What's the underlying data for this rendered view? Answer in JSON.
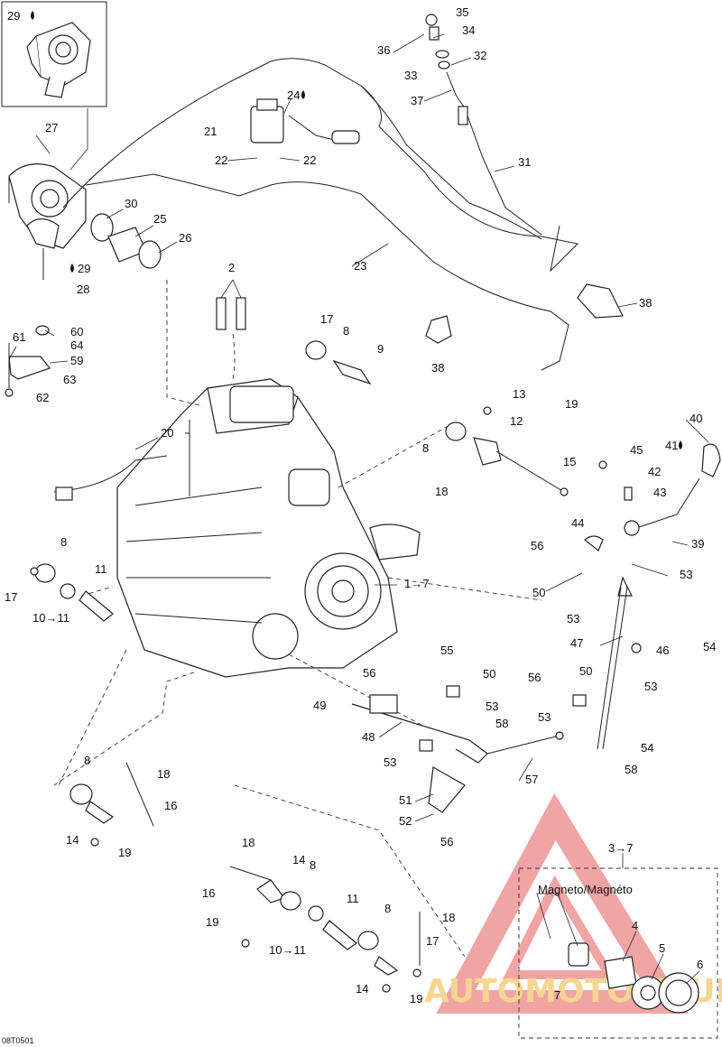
{
  "diagram": {
    "drawing_code": "08T0501",
    "inset_title": "Magneto/Magnéto",
    "inset_range": "3→7",
    "watermark": "AUTOMOTO CLUB",
    "callouts": [
      {
        "id": "c29a",
        "text": "29"
      },
      {
        "id": "c27",
        "text": "27"
      },
      {
        "id": "c30",
        "text": "30"
      },
      {
        "id": "c25",
        "text": "25"
      },
      {
        "id": "c26",
        "text": "26"
      },
      {
        "id": "c29b",
        "text": "29"
      },
      {
        "id": "c28",
        "text": "28"
      },
      {
        "id": "c35",
        "text": "35"
      },
      {
        "id": "c34",
        "text": "34"
      },
      {
        "id": "c36",
        "text": "36"
      },
      {
        "id": "c32",
        "text": "32"
      },
      {
        "id": "c33",
        "text": "33"
      },
      {
        "id": "c37",
        "text": "37"
      },
      {
        "id": "c24",
        "text": "24"
      },
      {
        "id": "c21",
        "text": "21"
      },
      {
        "id": "c22a",
        "text": "22"
      },
      {
        "id": "c22b",
        "text": "22"
      },
      {
        "id": "c31",
        "text": "31"
      },
      {
        "id": "c23",
        "text": "23"
      },
      {
        "id": "c38a",
        "text": "38"
      },
      {
        "id": "c38b",
        "text": "38"
      },
      {
        "id": "c2",
        "text": "2"
      },
      {
        "id": "c17a",
        "text": "17"
      },
      {
        "id": "c8a",
        "text": "8"
      },
      {
        "id": "c9",
        "text": "9"
      },
      {
        "id": "c60",
        "text": "60"
      },
      {
        "id": "c61",
        "text": "61"
      },
      {
        "id": "c64",
        "text": "64"
      },
      {
        "id": "c59",
        "text": "59"
      },
      {
        "id": "c63",
        "text": "63"
      },
      {
        "id": "c62",
        "text": "62"
      },
      {
        "id": "c13",
        "text": "13"
      },
      {
        "id": "c19a",
        "text": "19"
      },
      {
        "id": "c12",
        "text": "12"
      },
      {
        "id": "c8b",
        "text": "8"
      },
      {
        "id": "c15",
        "text": "15"
      },
      {
        "id": "c18a",
        "text": "18"
      },
      {
        "id": "c20",
        "text": "20"
      },
      {
        "id": "c40",
        "text": "40"
      },
      {
        "id": "c41",
        "text": "41"
      },
      {
        "id": "c45",
        "text": "45"
      },
      {
        "id": "c42",
        "text": "42"
      },
      {
        "id": "c43",
        "text": "43"
      },
      {
        "id": "c39",
        "text": "39"
      },
      {
        "id": "c44",
        "text": "44"
      },
      {
        "id": "c56a",
        "text": "56"
      },
      {
        "id": "c53a",
        "text": "53"
      },
      {
        "id": "c50a",
        "text": "50"
      },
      {
        "id": "c53b",
        "text": "53"
      },
      {
        "id": "c8c",
        "text": "8"
      },
      {
        "id": "c17b",
        "text": "17"
      },
      {
        "id": "c11a",
        "text": "11"
      },
      {
        "id": "c10a",
        "text": "10→11"
      },
      {
        "id": "c1",
        "text": "1→7"
      },
      {
        "id": "c47",
        "text": "47"
      },
      {
        "id": "c46",
        "text": "46"
      },
      {
        "id": "c54a",
        "text": "54"
      },
      {
        "id": "c55",
        "text": "55"
      },
      {
        "id": "c56b",
        "text": "56"
      },
      {
        "id": "c50b",
        "text": "50"
      },
      {
        "id": "c49",
        "text": "49"
      },
      {
        "id": "c53c",
        "text": "53"
      },
      {
        "id": "c48",
        "text": "48"
      },
      {
        "id": "c58a",
        "text": "58"
      },
      {
        "id": "c53d",
        "text": "53"
      },
      {
        "id": "c56c",
        "text": "56"
      },
      {
        "id": "c50c",
        "text": "50"
      },
      {
        "id": "c53e",
        "text": "53"
      },
      {
        "id": "c53f",
        "text": "53"
      },
      {
        "id": "c54b",
        "text": "54"
      },
      {
        "id": "c58b",
        "text": "58"
      },
      {
        "id": "c57",
        "text": "57"
      },
      {
        "id": "c51",
        "text": "51"
      },
      {
        "id": "c52",
        "text": "52"
      },
      {
        "id": "c56d",
        "text": "56"
      },
      {
        "id": "c8d",
        "text": "8"
      },
      {
        "id": "c18b",
        "text": "18"
      },
      {
        "id": "c16a",
        "text": "16"
      },
      {
        "id": "c14a",
        "text": "14"
      },
      {
        "id": "c19b",
        "text": "19"
      },
      {
        "id": "c18c",
        "text": "18"
      },
      {
        "id": "c14b",
        "text": "14"
      },
      {
        "id": "c8e",
        "text": "8"
      },
      {
        "id": "c16b",
        "text": "16"
      },
      {
        "id": "c11b",
        "text": "11"
      },
      {
        "id": "c19c",
        "text": "19"
      },
      {
        "id": "c10b",
        "text": "10→11"
      },
      {
        "id": "c8f",
        "text": "8"
      },
      {
        "id": "c18d",
        "text": "18"
      },
      {
        "id": "c17c",
        "text": "17"
      },
      {
        "id": "c14c",
        "text": "14"
      },
      {
        "id": "c19d",
        "text": "19"
      },
      {
        "id": "c4",
        "text": "4"
      },
      {
        "id": "c5",
        "text": "5"
      },
      {
        "id": "c6",
        "text": "6"
      },
      {
        "id": "c7",
        "text": "7"
      }
    ]
  }
}
